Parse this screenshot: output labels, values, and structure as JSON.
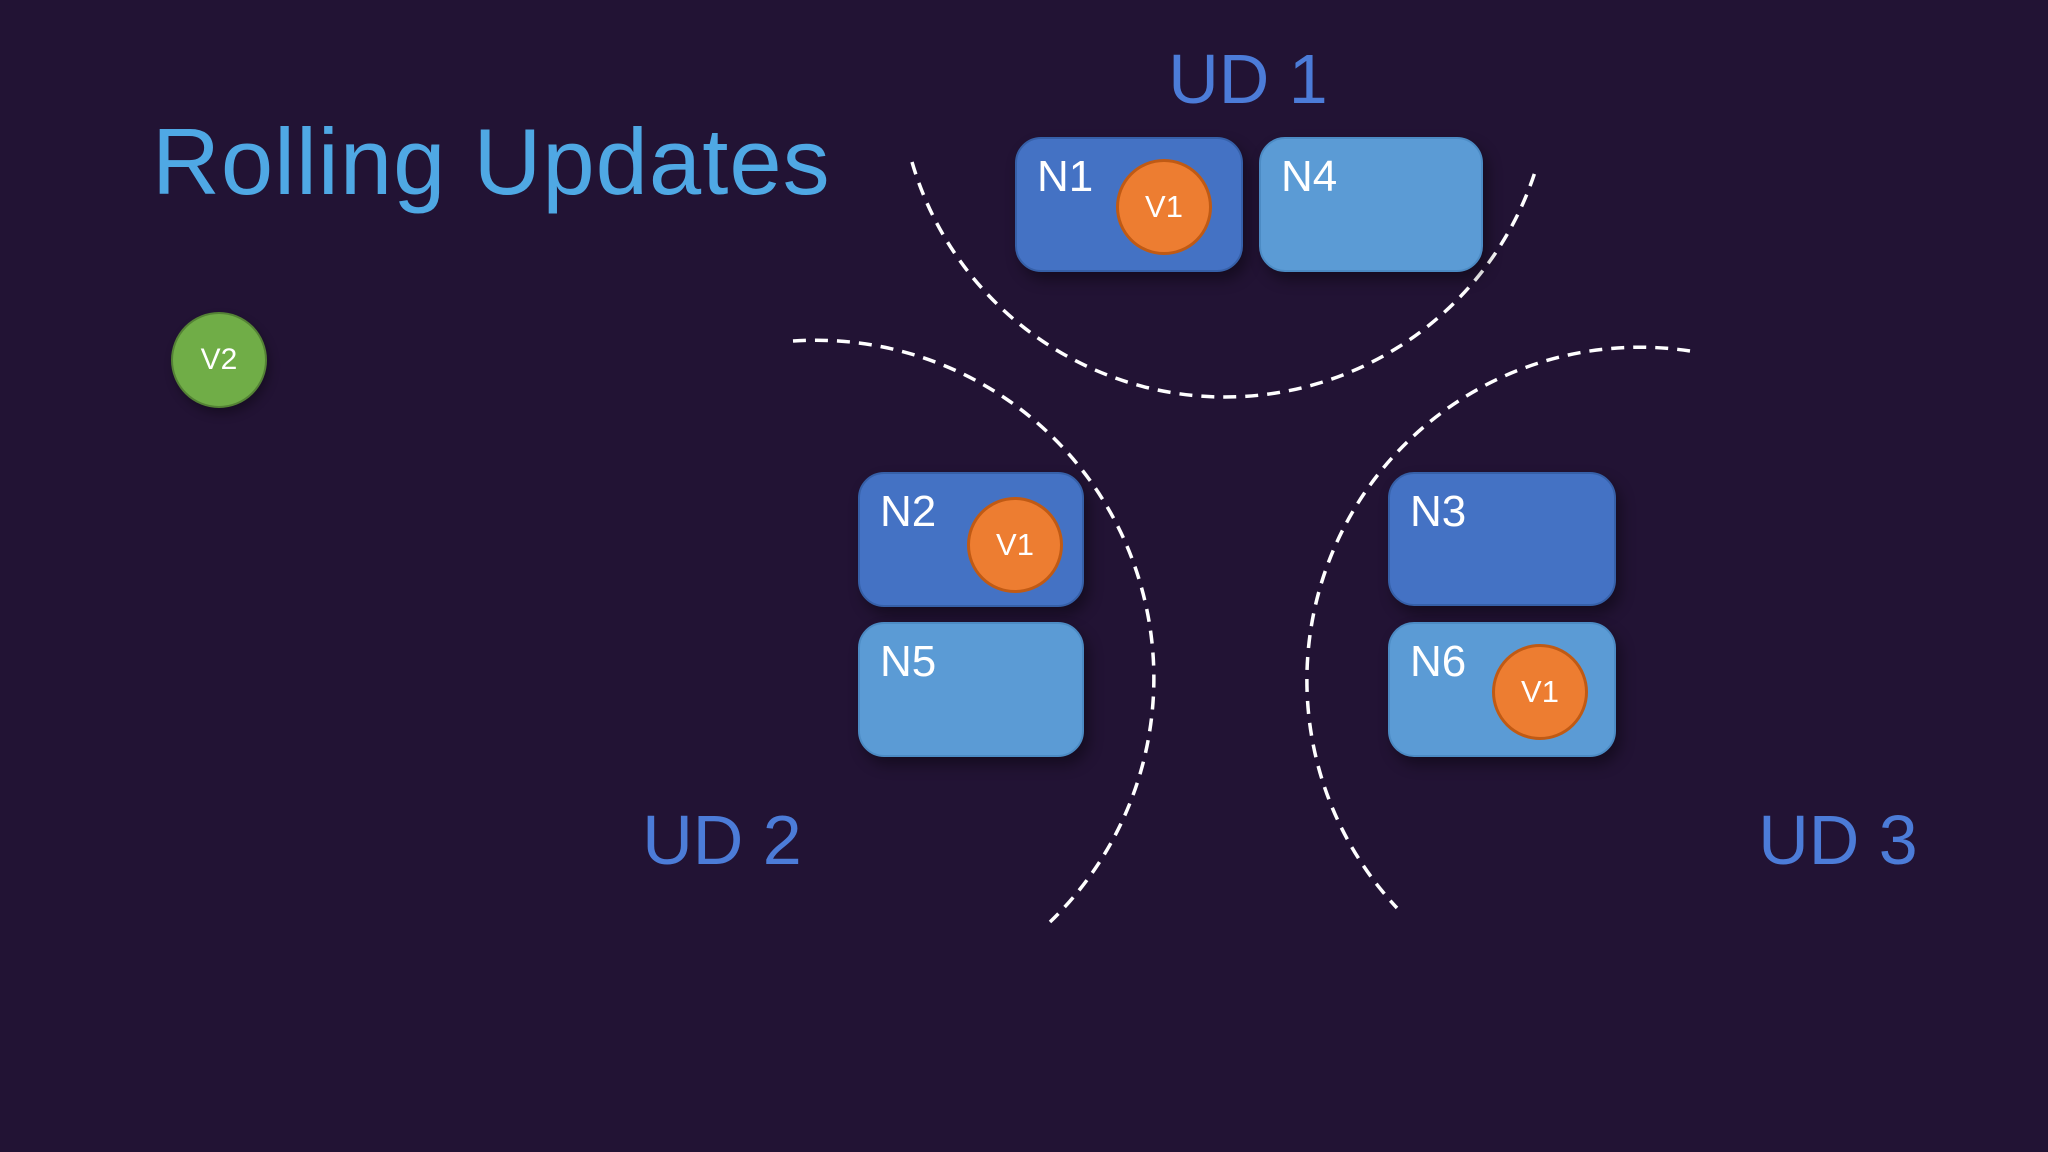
{
  "title": {
    "text": "Rolling Updates"
  },
  "available_version": {
    "label": "V2"
  },
  "domains": {
    "ud1": {
      "label": "UD 1",
      "nodes": [
        "n1",
        "n4"
      ]
    },
    "ud2": {
      "label": "UD 2",
      "nodes": [
        "n2",
        "n5"
      ]
    },
    "ud3": {
      "label": "UD 3",
      "nodes": [
        "n3",
        "n6"
      ]
    }
  },
  "nodes": {
    "n1": {
      "label": "N1",
      "vm": "V1"
    },
    "n2": {
      "label": "N2",
      "vm": "V1"
    },
    "n3": {
      "label": "N3"
    },
    "n4": {
      "label": "N4"
    },
    "n5": {
      "label": "N5"
    },
    "n6": {
      "label": "N6",
      "vm": "V1"
    }
  },
  "colors": {
    "background": "#221334",
    "title": "#4FA8E4",
    "domain_label": "#4C7CD8",
    "node_dark": "#4472C4",
    "node_dark_border": "#3660A8",
    "node_light": "#5B9BD5",
    "node_light_border": "#4C8BC4",
    "vm_fill": "#ED7D31",
    "vm_border": "#C05A14",
    "v2_fill": "#70AD47",
    "v2_border": "#548235",
    "arc": "#FFFFFF"
  }
}
